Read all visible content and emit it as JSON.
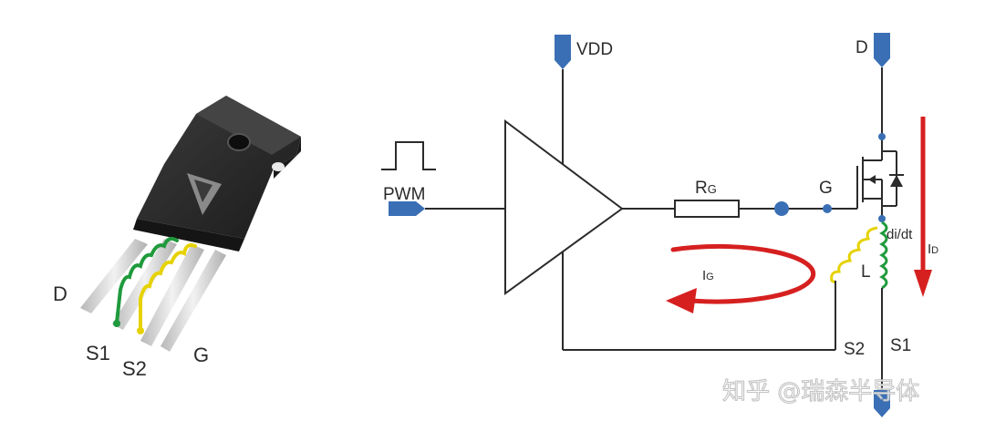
{
  "package": {
    "pin_labels": {
      "d": "D",
      "s1": "S1",
      "s2": "S2",
      "g": "G"
    }
  },
  "circuit": {
    "vdd_label": "VDD",
    "pwm_label": "PWM",
    "rg_label": "R",
    "rg_sub": "G",
    "gate_label": "G",
    "drain_label": "D",
    "didt_label": "di/dt",
    "id_label": "I",
    "id_sub": "D",
    "ig_label": "I",
    "ig_sub": "G",
    "l_label": "L",
    "s2_label": "S2",
    "s1_label": "S1"
  },
  "watermark": {
    "text": "知乎 @瑞森半导体"
  },
  "colors": {
    "wire": "#2b2b2b",
    "terminal": "#3a6fb5",
    "arrow": "#d62020",
    "coil_green": "#1f9a3c",
    "coil_yellow": "#e6d200",
    "package_body": "#2a2a2a"
  }
}
